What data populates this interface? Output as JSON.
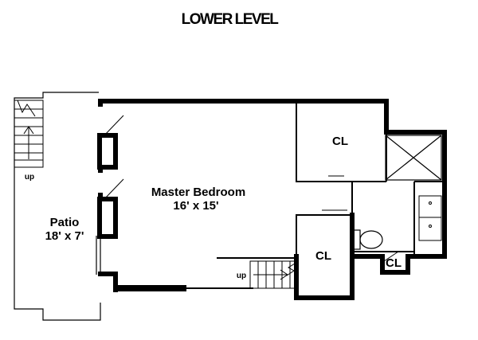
{
  "title": "LOWER LEVEL",
  "rooms": {
    "master_bedroom": {
      "name": "Master Bedroom",
      "size": "16' x 15'"
    },
    "patio": {
      "name": "Patio",
      "size": "18' x 7'"
    },
    "closet_upper": {
      "name": "CL"
    },
    "closet_lower": {
      "name": "CL"
    },
    "closet_small": {
      "name": "CL"
    }
  },
  "stairs": {
    "left": {
      "label": "up"
    },
    "bottom": {
      "label": "up"
    }
  }
}
